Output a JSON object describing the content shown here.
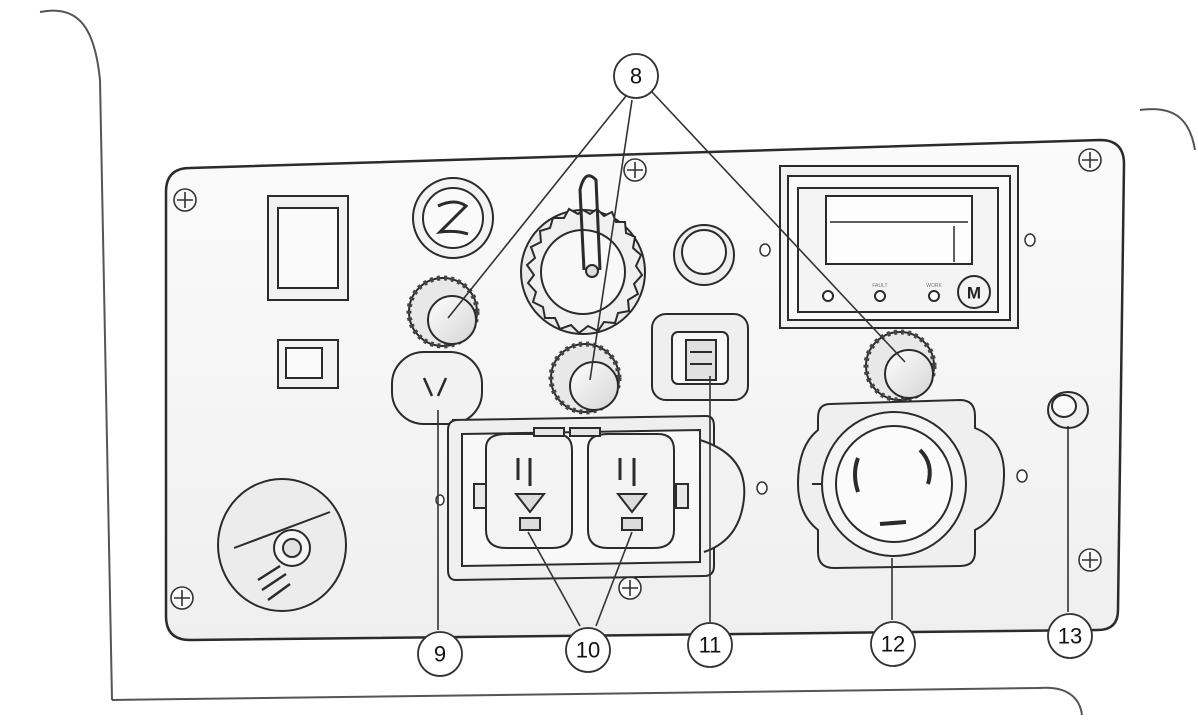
{
  "callouts": [
    {
      "id": "8",
      "label": "8"
    },
    {
      "id": "9",
      "label": "9"
    },
    {
      "id": "10",
      "label": "10"
    },
    {
      "id": "11",
      "label": "11"
    },
    {
      "id": "12",
      "label": "12"
    },
    {
      "id": "13",
      "label": "13"
    }
  ],
  "meter": {
    "button_label": "M",
    "indicator_1": "",
    "indicator_2": "FAULT",
    "indicator_3": "WORK"
  },
  "colors": {
    "line": "#2b2b2b",
    "panel_fill": "#f7f7f7",
    "part_fill": "#ececec",
    "leader": "#333333"
  }
}
